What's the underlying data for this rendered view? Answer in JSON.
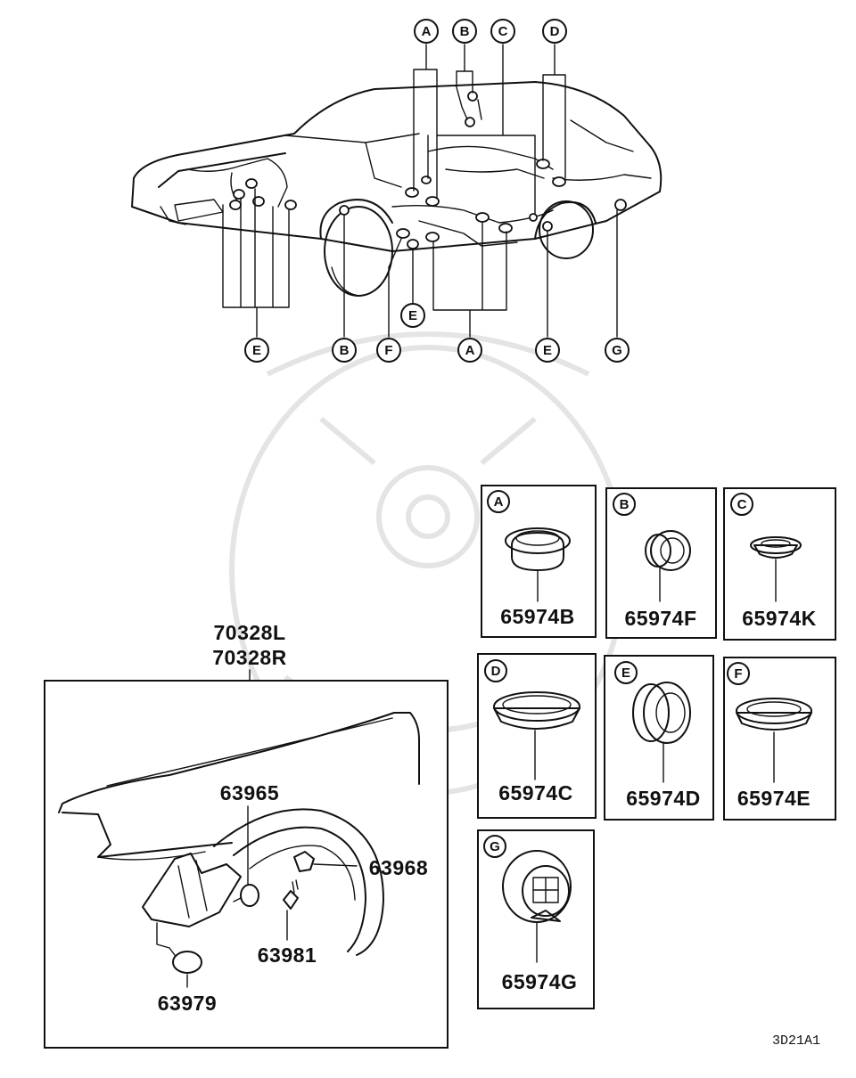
{
  "callouts": {
    "top": [
      "A",
      "B",
      "C",
      "D"
    ],
    "bottom": [
      "E",
      "B",
      "F",
      "A",
      "E",
      "G"
    ],
    "mid_E": "E"
  },
  "parts": [
    {
      "key": "A",
      "number": "65974B"
    },
    {
      "key": "B",
      "number": "65974F"
    },
    {
      "key": "C",
      "number": "65974K"
    },
    {
      "key": "D",
      "number": "65974C"
    },
    {
      "key": "E",
      "number": "65974D"
    },
    {
      "key": "F",
      "number": "65974E"
    },
    {
      "key": "G",
      "number": "65974G"
    }
  ],
  "fender": {
    "part_left": "70328L",
    "part_right": "70328R",
    "labels": {
      "p63965": "63965",
      "p63968": "63968",
      "p63981": "63981",
      "p63979": "63979"
    }
  },
  "diagram_ref": "3D21A1"
}
